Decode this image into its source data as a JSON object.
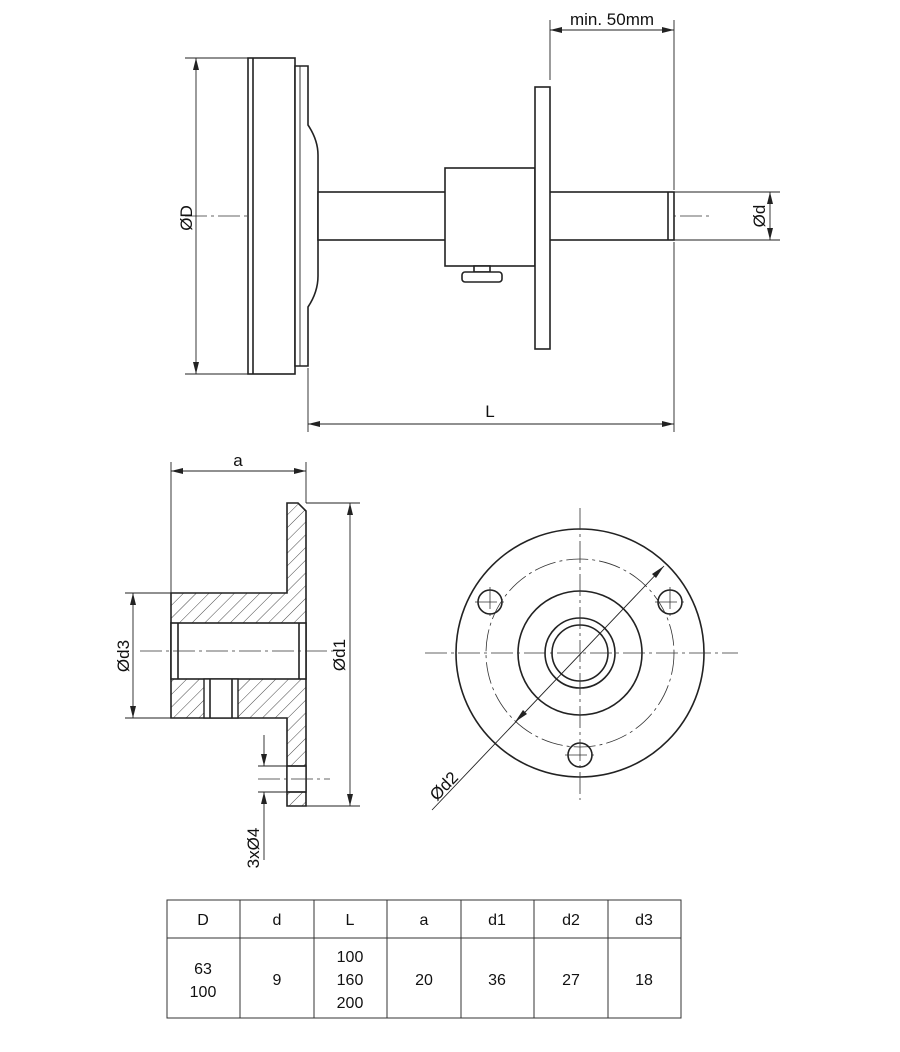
{
  "labels": {
    "min_50": "min. 50mm",
    "D": "ØD",
    "d": "Ød",
    "L": "L",
    "a": "a",
    "d1": "Ød1",
    "d2": "Ød2",
    "d3": "Ød3",
    "holes": "3xØ4"
  },
  "table": {
    "headers": [
      "D",
      "d",
      "L",
      "a",
      "d1",
      "d2",
      "d3"
    ],
    "row": [
      [
        "63",
        "100"
      ],
      [
        "9"
      ],
      [
        "100",
        "160",
        "200"
      ],
      [
        "20"
      ],
      [
        "36"
      ],
      [
        "27"
      ],
      [
        "18"
      ]
    ]
  }
}
